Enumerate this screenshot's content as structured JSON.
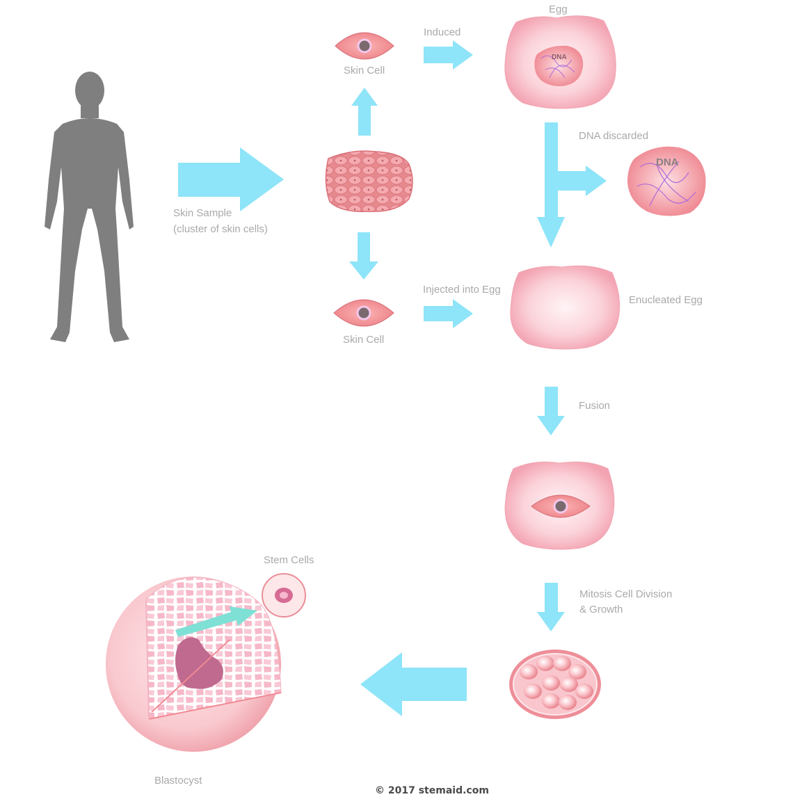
{
  "labels": {
    "egg_title": "Egg",
    "induced": "Induced",
    "skin_cell_top": "Skin Cell",
    "dna_discarded": "DNA discarded",
    "skin_sample_line1": "Skin Sample",
    "skin_sample_line2": "(cluster of skin cells)",
    "injected_into_egg": "Injected into Egg",
    "enucleated_egg": "Enucleated Egg",
    "skin_cell_bottom": "Skin Cell",
    "fusion": "Fusion",
    "mitosis_line1": "Mitosis Cell Division",
    "mitosis_line2": "& Growth",
    "stem_cells": "Stem Cells",
    "blastocyst": "Blastocyst",
    "dna_small": "DNA",
    "dna_large": "DNA"
  },
  "copyright": "© 2017 stemaid.com",
  "colors": {
    "arrow": "#8ee4f8",
    "cell_pink": "#f4a0a4",
    "egg_pink": "#f9c6cf",
    "nucleus": "#7a6a6e",
    "human": "#7f7f7f",
    "dna_strand": "#b06ad8",
    "teal_arrow": "#7fe0d6"
  }
}
